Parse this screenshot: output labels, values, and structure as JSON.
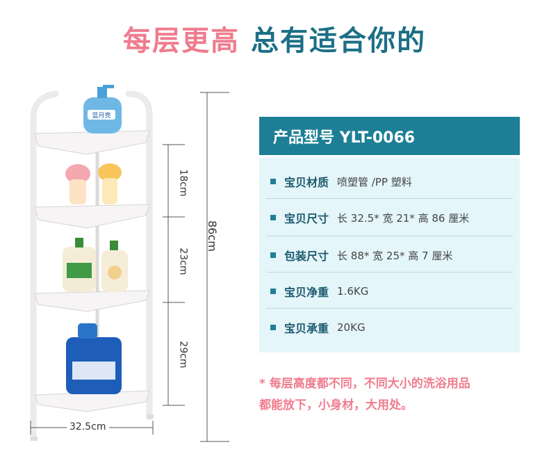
{
  "headline": {
    "part1": "每层更高",
    "part2": "总有适合你的"
  },
  "spec_panel": {
    "title": "产品型号 YLT-0066",
    "rows": [
      {
        "label": "宝贝材质",
        "value": "喷塑管 /PP 塑料"
      },
      {
        "label": "宝贝尺寸",
        "value": "长 32.5* 宽 21* 高 86 厘米"
      },
      {
        "label": "包装尺寸",
        "value": "长 88* 宽 25* 高 7 厘米"
      },
      {
        "label": "宝贝净重",
        "value": "1.6KG"
      },
      {
        "label": "宝贝承重",
        "value": "20KG"
      }
    ]
  },
  "note": {
    "line1": "* 每层高度都不同，不同大小的洗浴用品",
    "line2": "都能放下，小身材，大用处。"
  },
  "dimensions": {
    "total_height": "86cm",
    "tier1": "18cm",
    "tier2": "23cm",
    "tier3": "29cm",
    "width": "32.5cm"
  },
  "product_labels": {
    "brand": "蓝月亮"
  },
  "colors": {
    "accent_pink": "#ef7c8e",
    "accent_teal": "#1d7f96",
    "panel_bg": "#e5f6fa"
  }
}
